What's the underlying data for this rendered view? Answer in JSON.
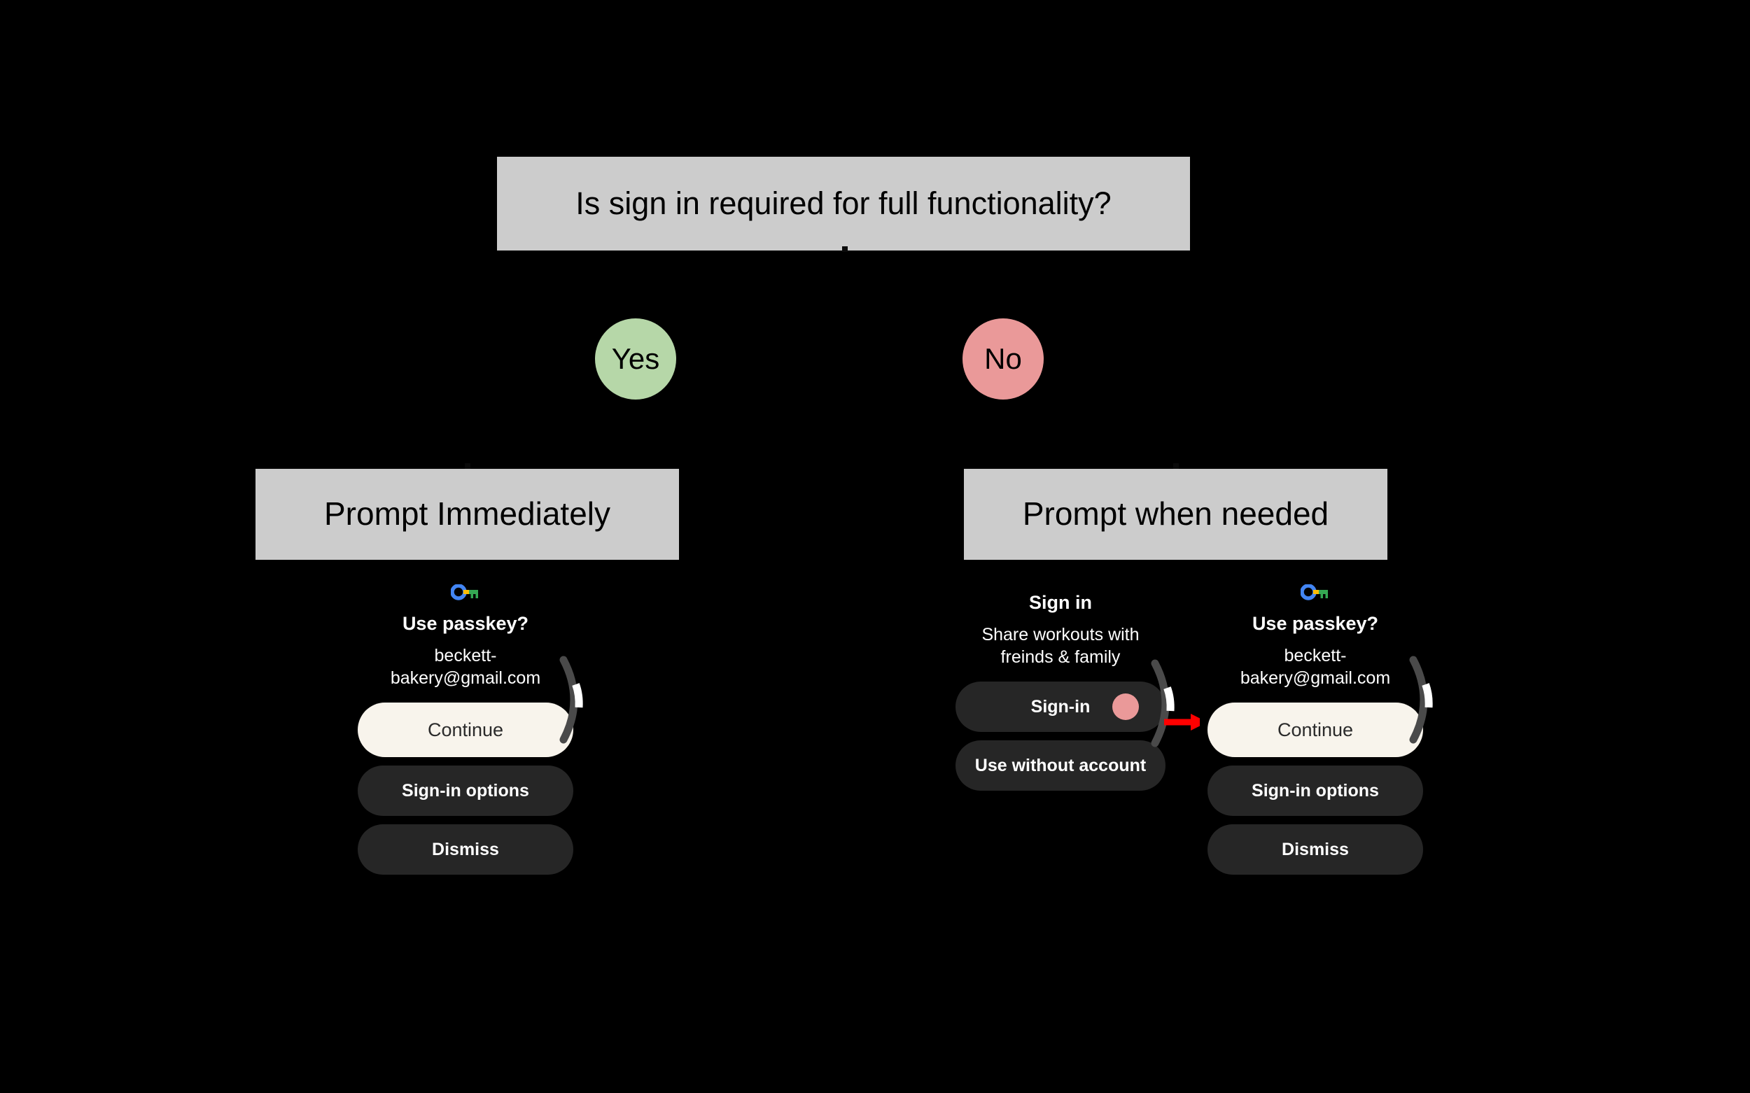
{
  "diagram": {
    "type": "flowchart",
    "background_color": "#000000",
    "root": {
      "label": "Is sign in required for full functionality?",
      "fill": "#cccccc",
      "text_color": "#000000"
    },
    "branches": [
      {
        "edge_label": "Yes",
        "edge_label_fill": "#b6d7a8",
        "outcome": "Prompt Immediately"
      },
      {
        "edge_label": "No",
        "edge_label_fill": "#ea9999",
        "outcome": "Prompt when needed"
      }
    ],
    "annotation": {
      "arrow_color": "#ff0000",
      "meaning": "sign-in-leads-to-passkey-prompt"
    }
  },
  "dialogs": {
    "left_passkey": {
      "icon": "google-passkey-icon",
      "title": "Use passkey?",
      "subtitle": "beckett-bakery@gmail.com",
      "buttons": [
        {
          "label": "Continue",
          "style": "primary"
        },
        {
          "label": "Sign-in options",
          "style": "secondary"
        },
        {
          "label": "Dismiss",
          "style": "secondary"
        }
      ]
    },
    "middle_signin": {
      "title": "Sign in",
      "subtitle": "Share workouts with freinds & family",
      "buttons": [
        {
          "label": "Sign-in",
          "style": "secondary",
          "indicator": "#ea9999"
        },
        {
          "label": "Use without account",
          "style": "secondary"
        }
      ]
    },
    "right_passkey": {
      "icon": "google-passkey-icon",
      "title": "Use passkey?",
      "subtitle": "beckett-bakery@gmail.com",
      "buttons": [
        {
          "label": "Continue",
          "style": "primary"
        },
        {
          "label": "Sign-in options",
          "style": "secondary"
        },
        {
          "label": "Dismiss",
          "style": "secondary"
        }
      ]
    }
  },
  "colors": {
    "box_fill": "#cccccc",
    "yes_fill": "#b6d7a8",
    "no_fill": "#ea9999",
    "primary_button": "#f8f4ec",
    "secondary_button": "#262626",
    "arrow": "#ff0000"
  }
}
